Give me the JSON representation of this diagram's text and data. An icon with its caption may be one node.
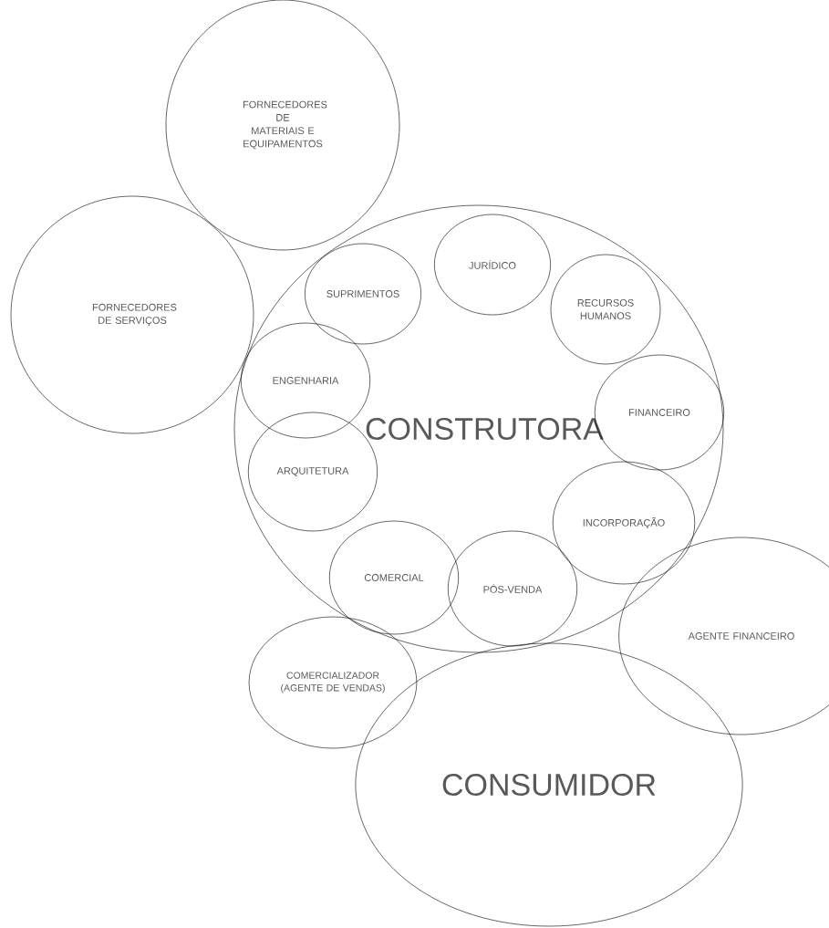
{
  "diagram": {
    "nodes": [
      {
        "text": [
          "FORNECEDORES DE MATERIAIS E EQUIPAMENTOS"
        ]
      },
      {
        "text": [
          "FORNECEDORES DE SERVIÇOS"
        ]
      },
      {
        "text": [
          "CONSTRUTORA"
        ]
      },
      {
        "text": [
          "SUPRIMENTOS"
        ],
        "in": 2
      },
      {
        "text": [
          "JURÍDICO"
        ],
        "in": 2
      },
      {
        "text": [
          "RECURSOS HUMANOS"
        ],
        "in": 2
      },
      {
        "text": [
          "ENGENHARIA"
        ],
        "in": 2
      },
      {
        "text": [
          "FINANCEIRO"
        ],
        "in": 2
      },
      {
        "text": [
          "ARQUITETURA"
        ],
        "in": 2
      },
      {
        "text": [
          "INCORPORAÇÃO"
        ],
        "in": 2
      },
      {
        "text": [
          "COMERCIAL"
        ],
        "in": 2
      },
      {
        "text": [
          "PÓS-VENDA"
        ],
        "in": 2
      },
      {
        "text": [
          "COMERCIALIZADOR (AGENTE DE VENDAS)"
        ]
      },
      {
        "text": [
          "AGENTE FINANCEIRO"
        ]
      },
      {
        "text": [
          "CONSUMIDOR"
        ]
      }
    ]
  }
}
